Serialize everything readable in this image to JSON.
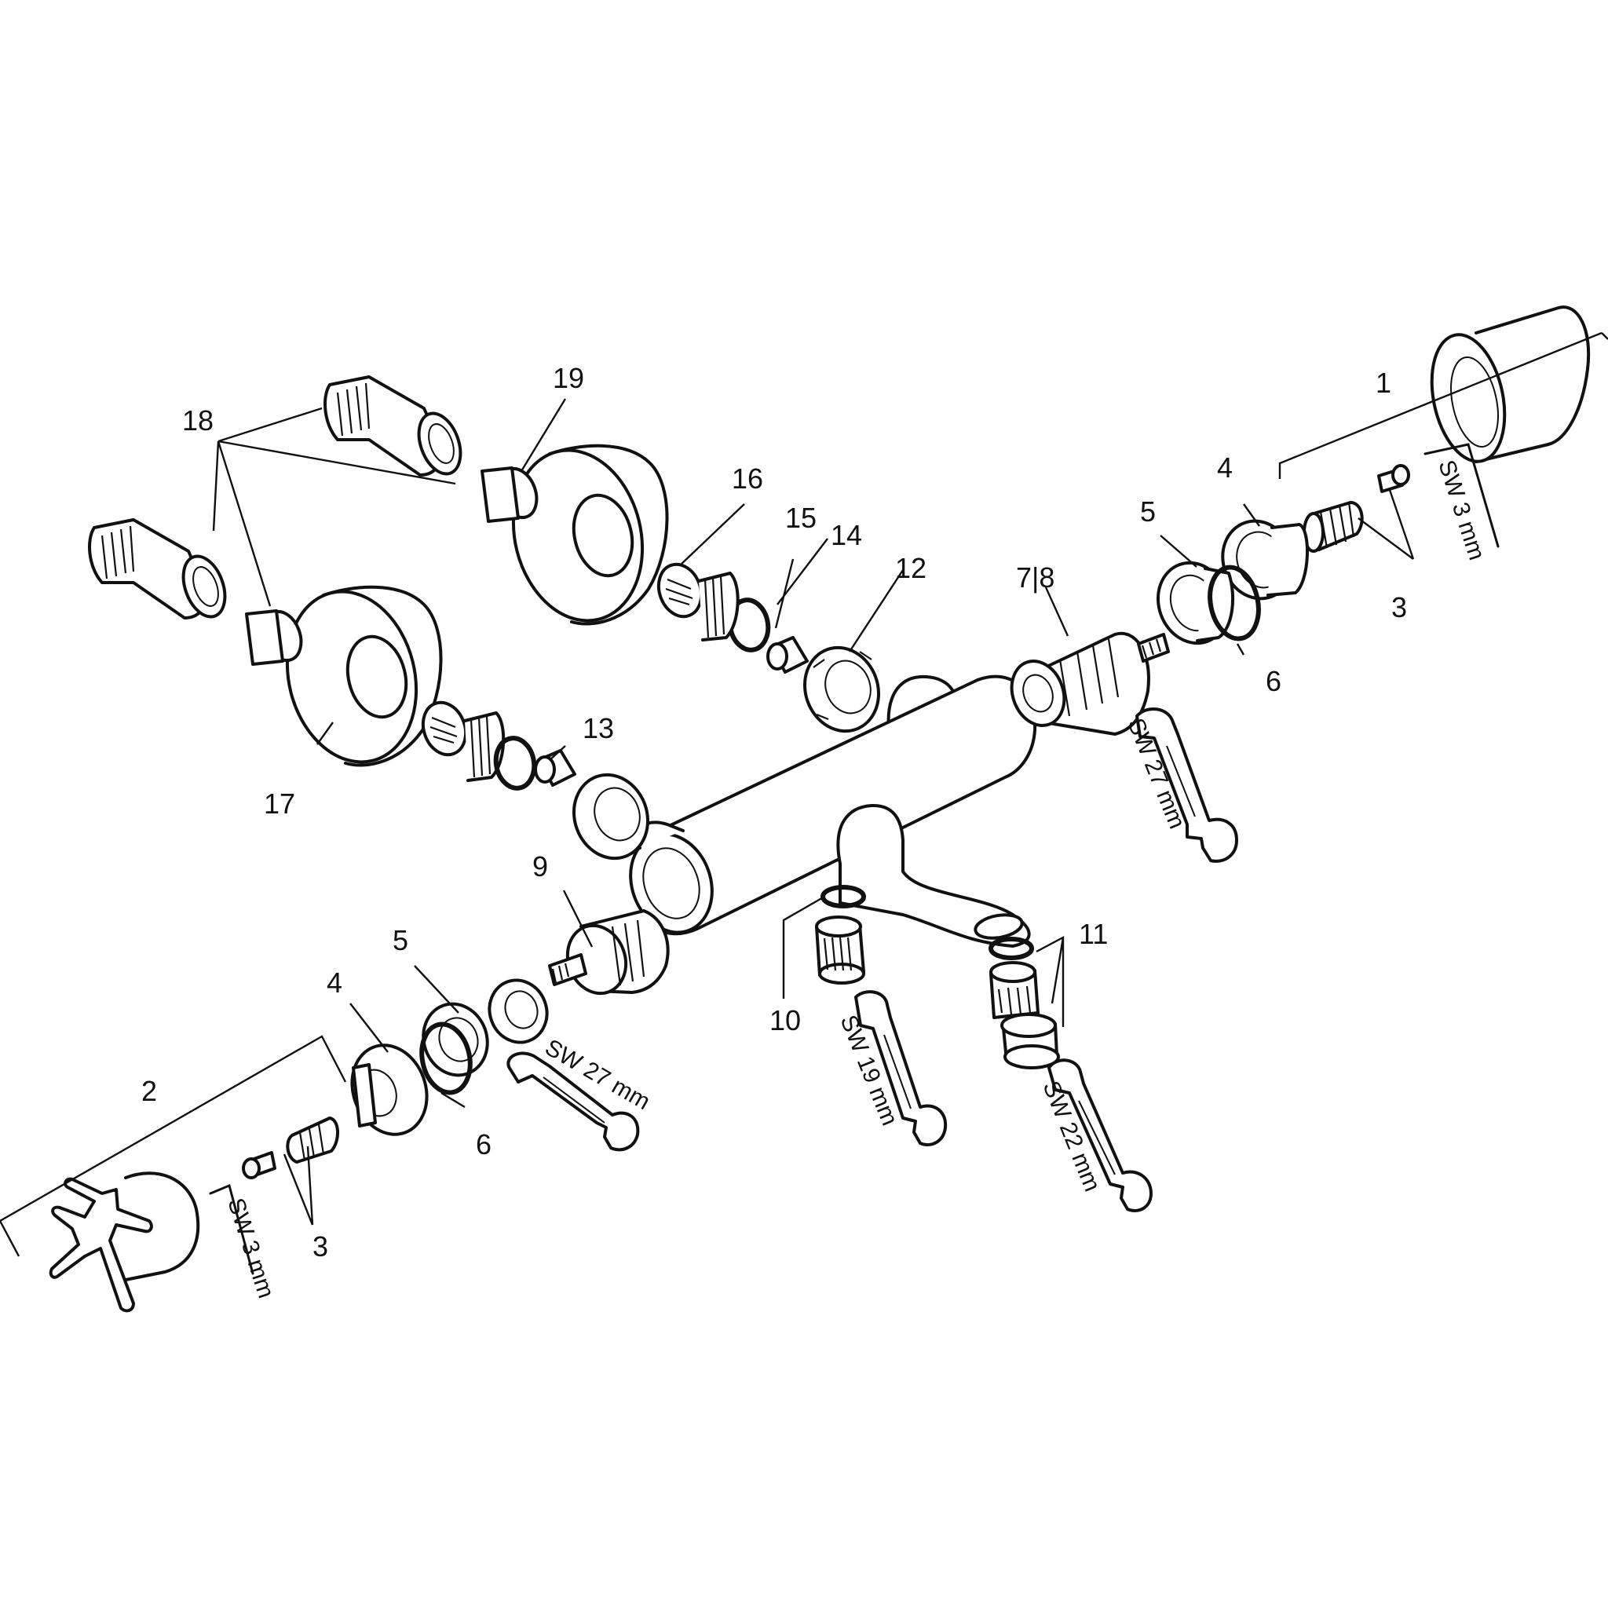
{
  "labels": {
    "l1": "1",
    "l2": "2",
    "l3a": "3",
    "l3b": "3",
    "l4a": "4",
    "l4b": "4",
    "l5a": "5",
    "l5b": "5",
    "l6a": "6",
    "l6b": "6",
    "l78": "7|8",
    "l9": "9",
    "l10": "10",
    "l11": "11",
    "l12": "12",
    "l13": "13",
    "l14": "14",
    "l15": "15",
    "l16": "16",
    "l17": "17",
    "l18": "18",
    "l19": "19"
  },
  "tools": {
    "sw3_right": "SW 3 mm",
    "sw3_left": "SW 3 mm",
    "sw27_right": "SW 27 mm",
    "sw27_left": "SW 27 mm",
    "sw19": "SW 19 mm",
    "sw22": "SW 22 mm"
  }
}
